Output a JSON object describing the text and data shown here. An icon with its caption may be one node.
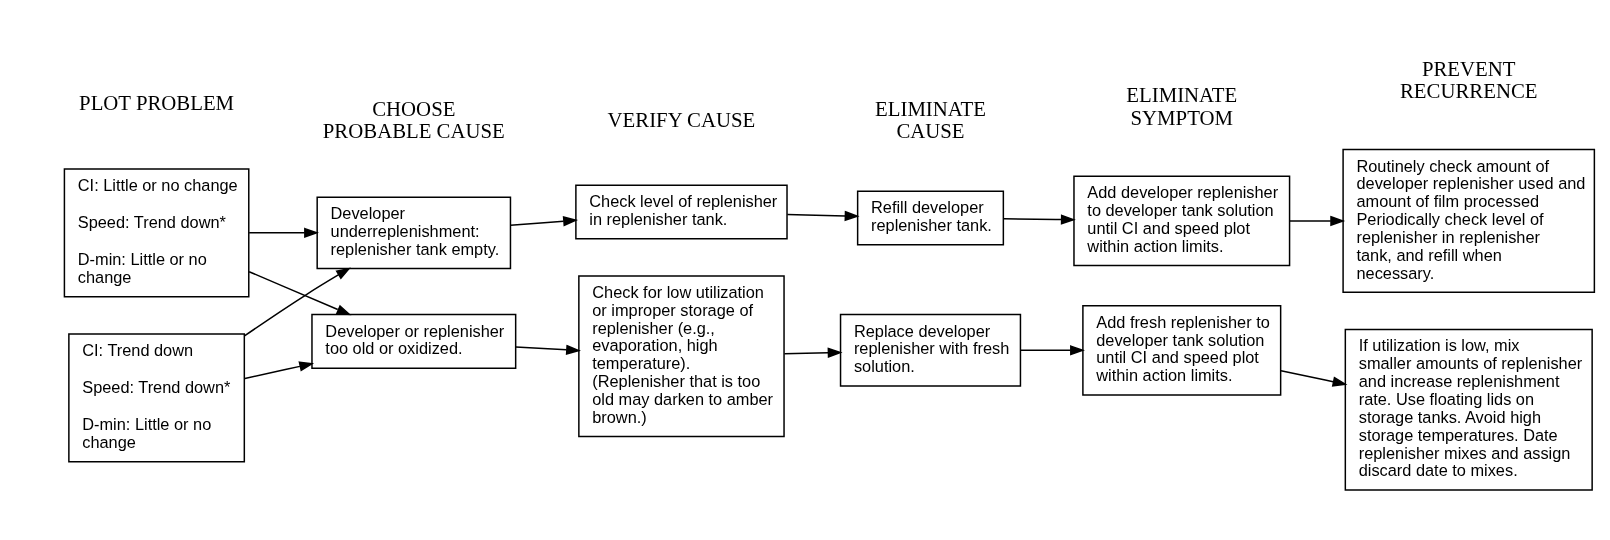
{
  "diagram": {
    "nodes": [
      {
        "text": [
          "CI: Trend down",
          "Speed: Trend down*",
          "D-min: Little or no change"
        ]
      },
      {
        "text": [
          "CI: Little or no change",
          "Speed: Trend down*",
          "D-min: Little or no change"
        ]
      },
      {
        "text": [
          "Developer or replenisher too old or oxidized."
        ]
      },
      {
        "text": [
          "Check for low utilization or improper storage of replenisher (e.g., evaporation, high temperature).",
          "(Replenisher that is too old may darken to amber brown.)"
        ]
      },
      {
        "text": [
          "Replace developer replenisher with fresh solution."
        ]
      },
      {
        "text": [
          "Add fresh replenisher to developer tank solution until CI and speed plot within action limits."
        ]
      },
      {
        "text": [
          "If utilization is low, mix smaller amounts of replenisher and increase replenishment rate. Use floating lids on storage tanks. Avoid high storage temperatures. Date replenisher mixes and assign discard date to mixes."
        ]
      },
      {
        "text": [
          "Developer underreplenishment: replenisher tank empty."
        ]
      },
      {
        "text": [
          "Check level of replenisher in replenisher tank."
        ]
      },
      {
        "text": [
          "Refill developer replenisher tank."
        ]
      },
      {
        "text": [
          "Add developer replenisher to developer tank solution until CI and speed plot within action limits."
        ]
      },
      {
        "text": [
          "Routinely check amount of developer replenisher used and amount of film processed Periodically check level of replenisher in replenisher tank, and refill when necessary."
        ]
      }
    ],
    "edges": [
      {
        "from": 0,
        "to": 2,
        "arrow": "to"
      },
      {
        "from": 0,
        "to": 7,
        "arrow": "to"
      },
      {
        "from": 1,
        "to": 2,
        "arrow": "to"
      },
      {
        "from": 1,
        "to": 7,
        "arrow": "to"
      },
      {
        "from": 2,
        "to": 3,
        "arrow": "to"
      },
      {
        "from": 3,
        "to": 4,
        "arrow": "to"
      },
      {
        "from": 4,
        "to": 5,
        "arrow": "to"
      },
      {
        "from": 5,
        "to": 6,
        "arrow": "to"
      },
      {
        "from": 7,
        "to": 8,
        "arrow": "to"
      },
      {
        "from": 8,
        "to": 9,
        "arrow": "to"
      },
      {
        "from": 9,
        "to": 10,
        "arrow": "to"
      },
      {
        "from": 10,
        "to": 11,
        "arrow": "to"
      }
    ],
    "labels": [
      "PLOT PROBLEM",
      "CHOOSE PROBABLE CAUSE",
      "VERIFY CAUSE",
      "ELIMINATE CAUSE",
      "ELIMINATE SYMPTOM",
      "PREVENT RECURRENCE"
    ]
  }
}
